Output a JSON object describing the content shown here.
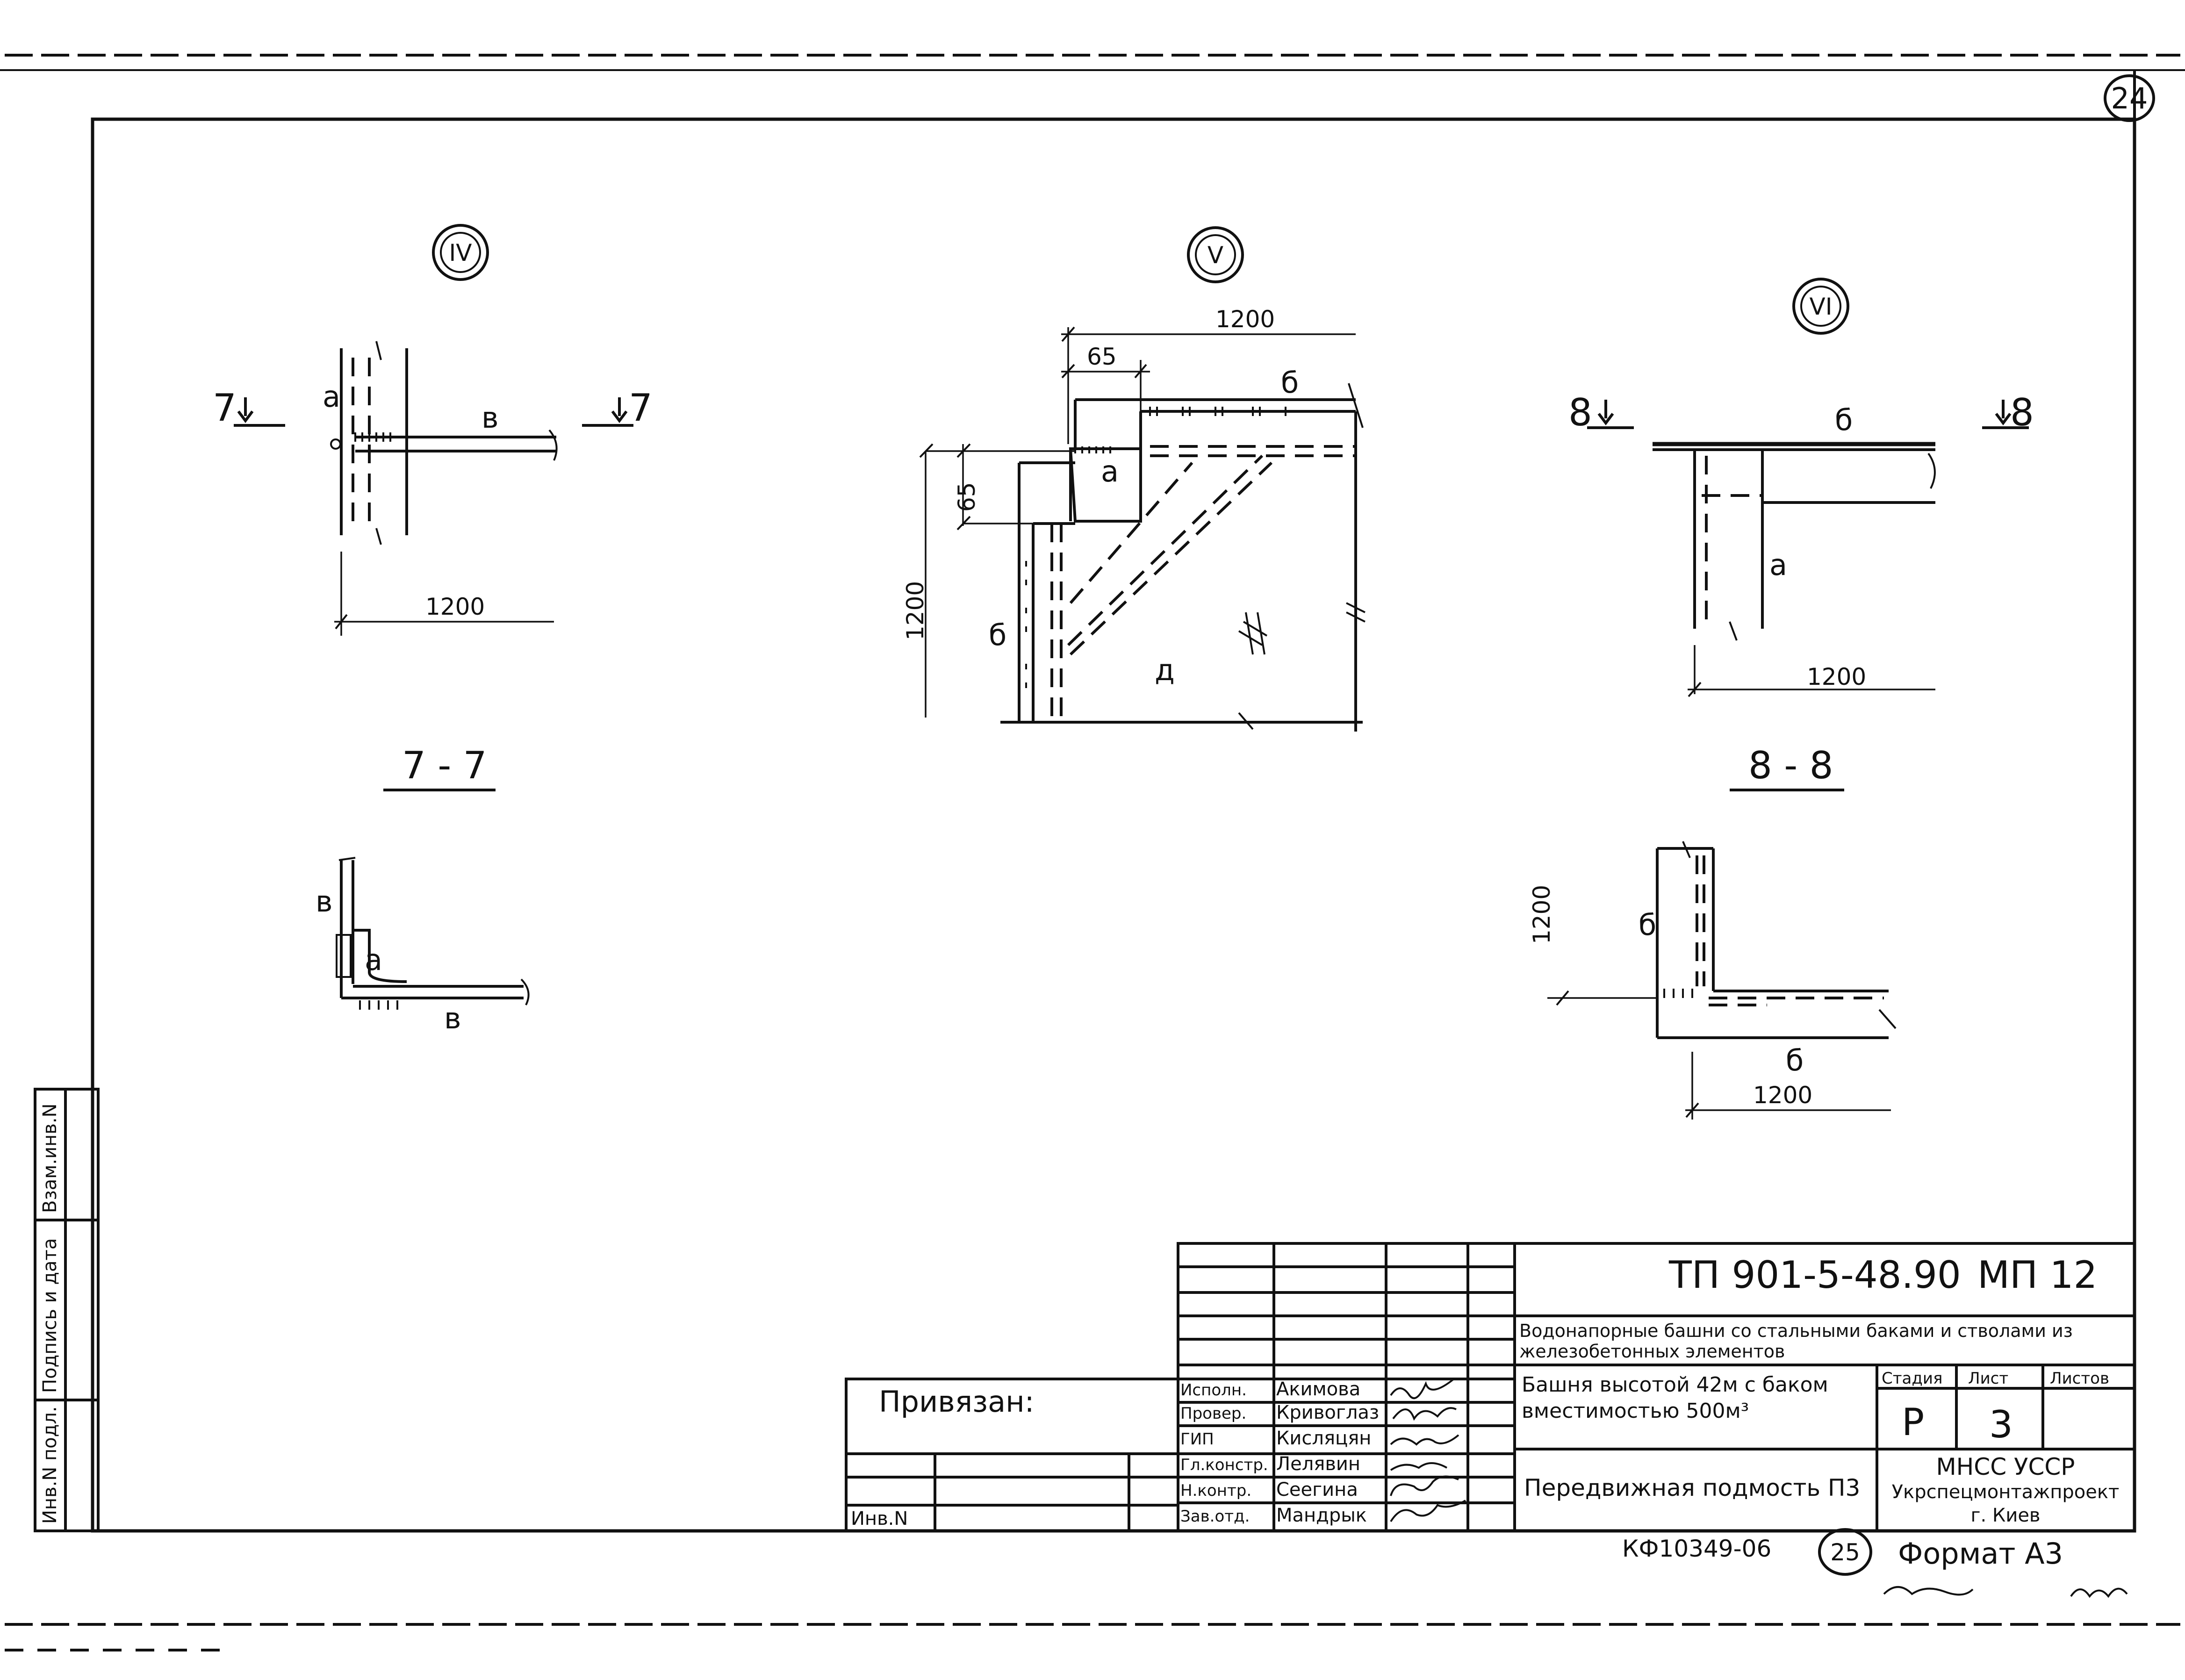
{
  "sheet_number": "24",
  "side_stamp": {
    "inv_podl": "Инв.N подл.",
    "podpis_data": "Подпись и дата",
    "vzam_inv": "Взам.инв.N"
  },
  "views": {
    "IV": {
      "mark": "IV",
      "cut_left": "7",
      "cut_right": "7",
      "label_a": "а",
      "label_b": "в",
      "dim": "1200"
    },
    "V": {
      "mark": "V",
      "dim_top": "1200",
      "dim_65_top": "65",
      "dim_65_left": "65",
      "dim_left": "1200",
      "label_b1": "б",
      "label_b2": "б",
      "label_a": "а",
      "label_d": "д"
    },
    "VI": {
      "mark": "VI",
      "cut_left": "8",
      "cut_right": "8",
      "label_b": "б",
      "label_a": "а",
      "dim": "1200"
    }
  },
  "sections": {
    "s77": {
      "title": "7 - 7",
      "label_b1": "в",
      "label_a": "а",
      "label_b2": "в"
    },
    "s88": {
      "title": "8 - 8",
      "label_b1": "б",
      "label_b2": "б",
      "dim_left": "1200",
      "dim_bottom": "1200"
    }
  },
  "title_block": {
    "code": "ТП 901-5-48.90",
    "sheet_code": "МП 12",
    "project_title": "Водонапорные башни со стальными баками и стволами из железобетонных элементов",
    "object_title": "Башня высотой 42м с баком вместимостью 500м³",
    "drawing_title": "Передвижная подмость П3",
    "stage_header": "Стадия",
    "sheet_header": "Лист",
    "sheets_header": "Листов",
    "stage": "Р",
    "sheet": "3",
    "org_line1": "МНСС УССР",
    "org_line2": "Укрспецмонтажпроект",
    "org_line3": "г. Киев",
    "privyazan": "Привязан:",
    "inv_n": "Инв.N",
    "roles": [
      {
        "role": "Исполн.",
        "name": "Акимова"
      },
      {
        "role": "Провер.",
        "name": "Кривоглаз"
      },
      {
        "role": "ГИП",
        "name": "Кисляцян"
      },
      {
        "role": "Гл.констр.",
        "name": "Лелявин"
      },
      {
        "role": "Н.контр.",
        "name": "Сеегина"
      },
      {
        "role": "Зав.отд.",
        "name": "Мандрык"
      }
    ]
  },
  "footer": {
    "archive_code": "КФ10349-06",
    "page_num": "25",
    "format": "Формат А3"
  }
}
